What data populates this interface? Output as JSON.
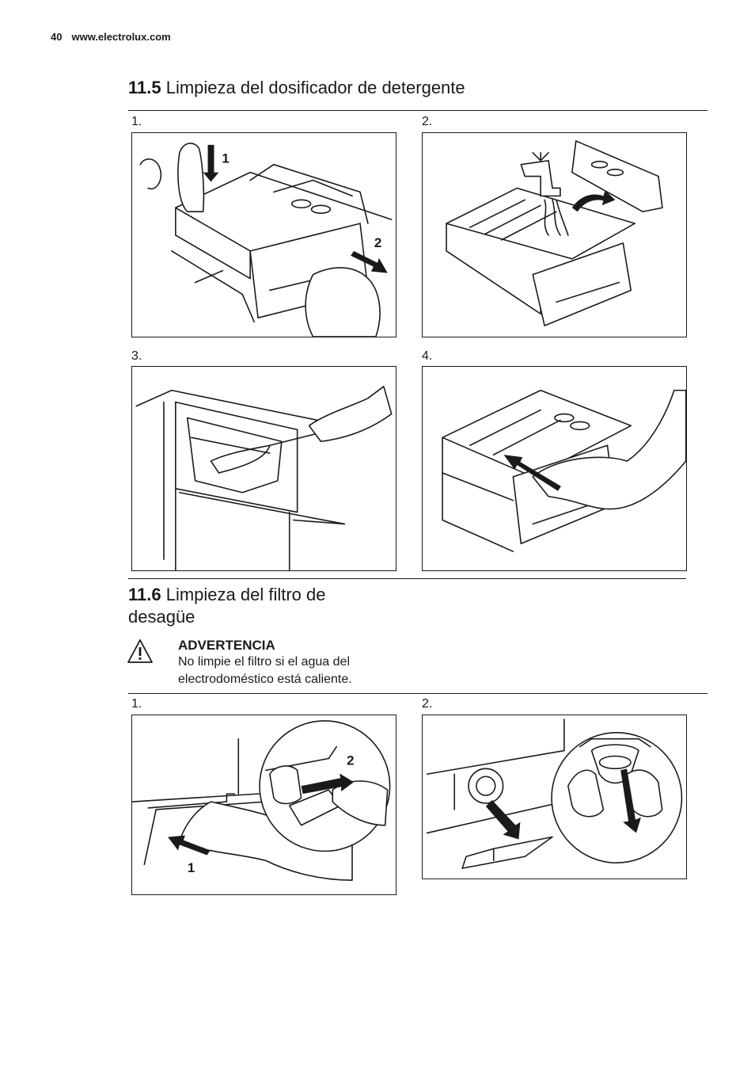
{
  "header": {
    "page_number": "40",
    "website": "www.electrolux.com"
  },
  "section_11_5": {
    "number": "11.5",
    "title": "Limpieza del dosificador de detergente",
    "steps": [
      {
        "label": "1.",
        "callouts": [
          "1",
          "2"
        ]
      },
      {
        "label": "2."
      },
      {
        "label": "3."
      },
      {
        "label": "4."
      }
    ]
  },
  "section_11_6": {
    "number": "11.6",
    "title_line1": "Limpieza del filtro de",
    "title_line2": "desagüe",
    "warning": {
      "title": "ADVERTENCIA",
      "line1": "No limpie el filtro si el agua del",
      "line2": "electrodoméstico está caliente."
    },
    "steps": [
      {
        "label": "1.",
        "callouts": [
          "2",
          "1"
        ]
      },
      {
        "label": "2."
      }
    ]
  }
}
